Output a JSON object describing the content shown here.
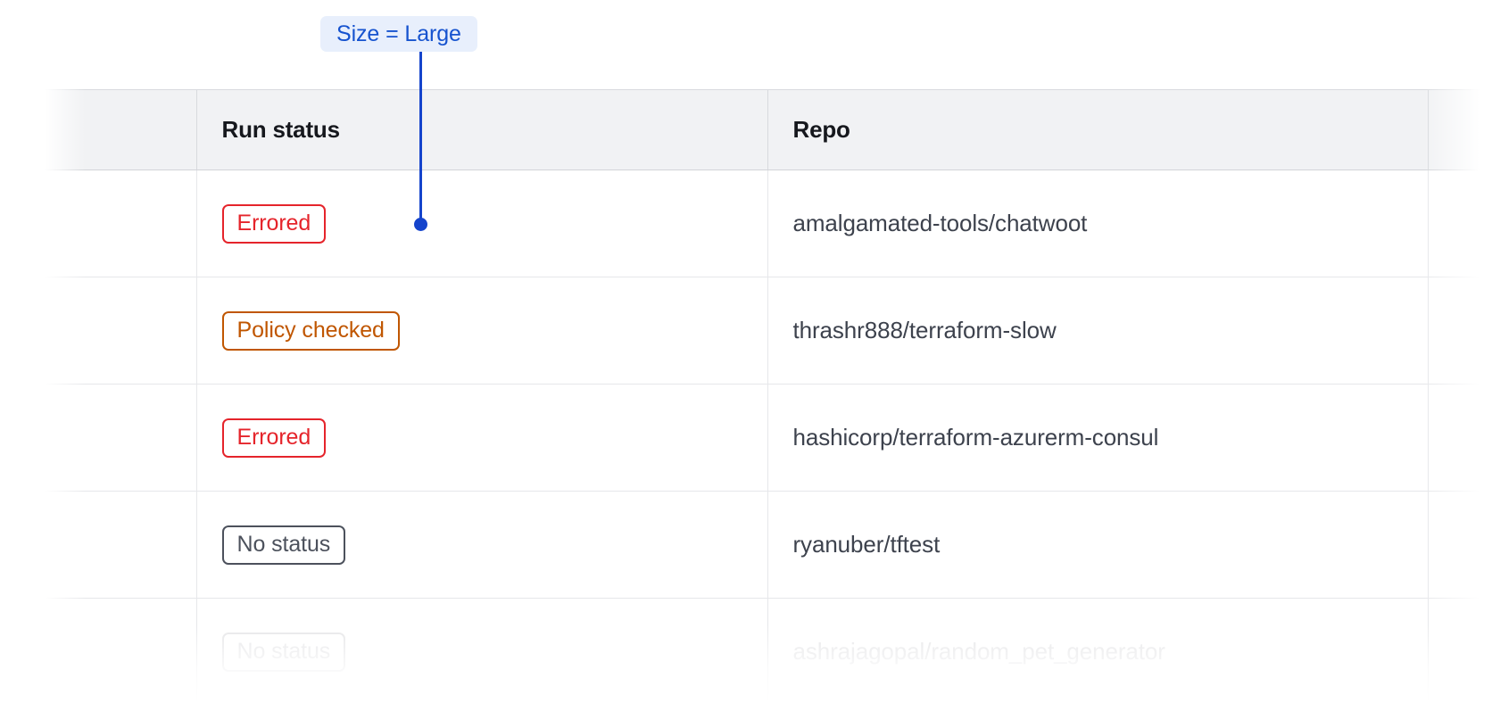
{
  "annotation": {
    "label": "Size = Large",
    "accent_color": "#1544cc",
    "pill_background": "#e8effc",
    "pill_text_color": "#1653cf"
  },
  "table": {
    "columns": [
      {
        "key": "select",
        "label": ""
      },
      {
        "key": "run_status",
        "label": "Run status"
      },
      {
        "key": "repo",
        "label": "Repo"
      },
      {
        "key": "extra",
        "label": ""
      }
    ],
    "header_background": "#f1f2f4",
    "header_text_color": "#16181d",
    "rows": [
      {
        "status": "Errored",
        "status_variant": "errored",
        "status_color": "#e5242b",
        "repo": "amalgamated-tools/chatwoot",
        "faded": false
      },
      {
        "status": "Policy checked",
        "status_variant": "policy-checked",
        "status_color": "#c05600",
        "repo": "thrashr888/terraform-slow",
        "faded": false
      },
      {
        "status": "Errored",
        "status_variant": "errored",
        "status_color": "#e5242b",
        "repo": "hashicorp/terraform-azurerm-consul",
        "faded": false
      },
      {
        "status": "No status",
        "status_variant": "no-status",
        "status_color": "#4c515c",
        "repo": "ryanuber/tftest",
        "faded": false
      },
      {
        "status": "No status",
        "status_variant": "no-status",
        "status_color": "#4c515c",
        "repo": "ashrajagopal/random_pet_generator",
        "faded": true
      }
    ]
  }
}
